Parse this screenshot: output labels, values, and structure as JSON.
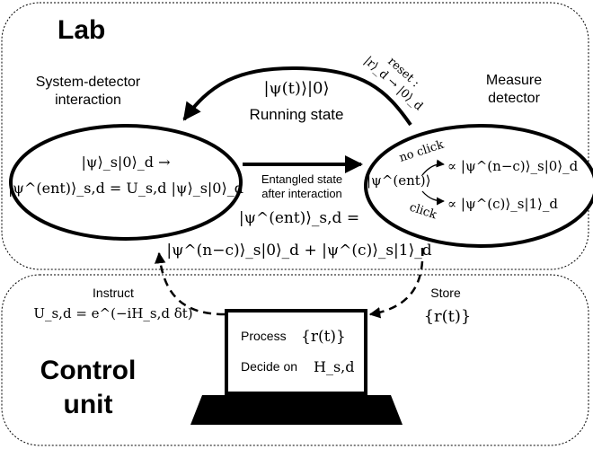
{
  "lab": {
    "title": "Lab",
    "left_label_line1": "System-detector",
    "left_label_line2": "interaction",
    "right_label_line1": "Measure",
    "right_label_line2": "detector",
    "top_state": "|ψ(t)⟩|0⟩",
    "running_state": "Running state",
    "reset_line1": "reset :",
    "reset_line2": "|r⟩_d → |0⟩_d",
    "left_node_line1": "|ψ⟩_s|0⟩_d →",
    "left_node_line2": "|ψ^(ent)⟩_s,d = U_s,d |ψ⟩_s|0⟩_d",
    "middle_arrow_line1": "Entangled state",
    "middle_arrow_line2": "after interaction",
    "entangled_line1": "|ψ^(ent)⟩_s,d =",
    "entangled_line2": "|ψ^(n−c)⟩_s|0⟩_d + |ψ^(c)⟩_s|1⟩_d",
    "right_node_state": "|ψ^(ent)⟩",
    "no_click": "no click",
    "click": "click",
    "right_node_nc": "∝ |ψ^(n−c)⟩_s|0⟩_d",
    "right_node_c": "∝ |ψ^(c)⟩_s|1⟩_d"
  },
  "control": {
    "title_line1": "Control",
    "title_line2": "unit",
    "instruct_label": "Instruct",
    "instruct_formula": "U_s,d = e^(−iH_s,d δt)",
    "store_label": "Store",
    "store_formula": "{r(t)}",
    "process_text": "Process",
    "process_formula": "{r(t)}",
    "decide_text": "Decide on",
    "decide_formula": "H_s,d"
  }
}
